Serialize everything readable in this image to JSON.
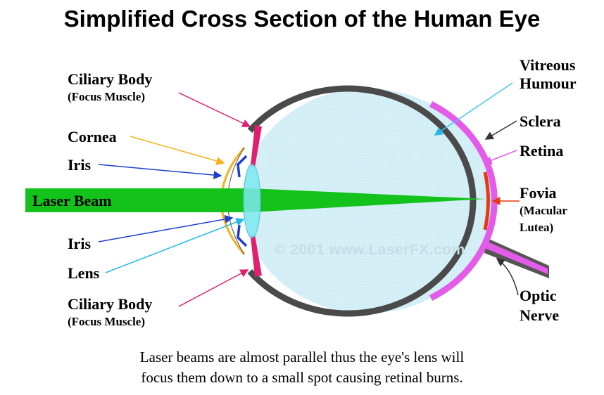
{
  "title": "Simplified Cross Section of the Human Eye",
  "labels": {
    "ciliary_top": "Ciliary Body",
    "ciliary_top_sub": "(Focus Muscle)",
    "cornea": "Cornea",
    "iris_top": "Iris",
    "laser_beam": "Laser Beam",
    "iris_bottom": "Iris",
    "lens": "Lens",
    "ciliary_bottom": "Ciliary Body",
    "ciliary_bottom_sub": "(Focus Muscle)",
    "vitreous_1": "Vitreous",
    "vitreous_2": "Humour",
    "sclera": "Sclera",
    "retina": "Retina",
    "fovia": "Fovia",
    "fovia_sub_1": "(Macular",
    "fovia_sub_2": "Lutea)",
    "optic_1": "Optic",
    "optic_2": "Nerve"
  },
  "watermark": "© 2001 www.LaserFX.com",
  "caption": {
    "line1": "Laser beams are almost parallel thus the eye's lens will",
    "line2": "focus them down to a small spot causing retinal burns."
  },
  "colors": {
    "sclera": "#4a4a4a",
    "vitreous": "#d6f0f8",
    "retina": "#e35be8",
    "ciliary": "#e0206e",
    "cornea": "#f7b21b",
    "iris": "#1e3fcf",
    "lens": "#7ee8f0",
    "laser": "#13c21a",
    "fovia": "#e83a10",
    "vitreous_arrow": "#3ec8f2",
    "lens_arrow": "#22b8ec"
  }
}
